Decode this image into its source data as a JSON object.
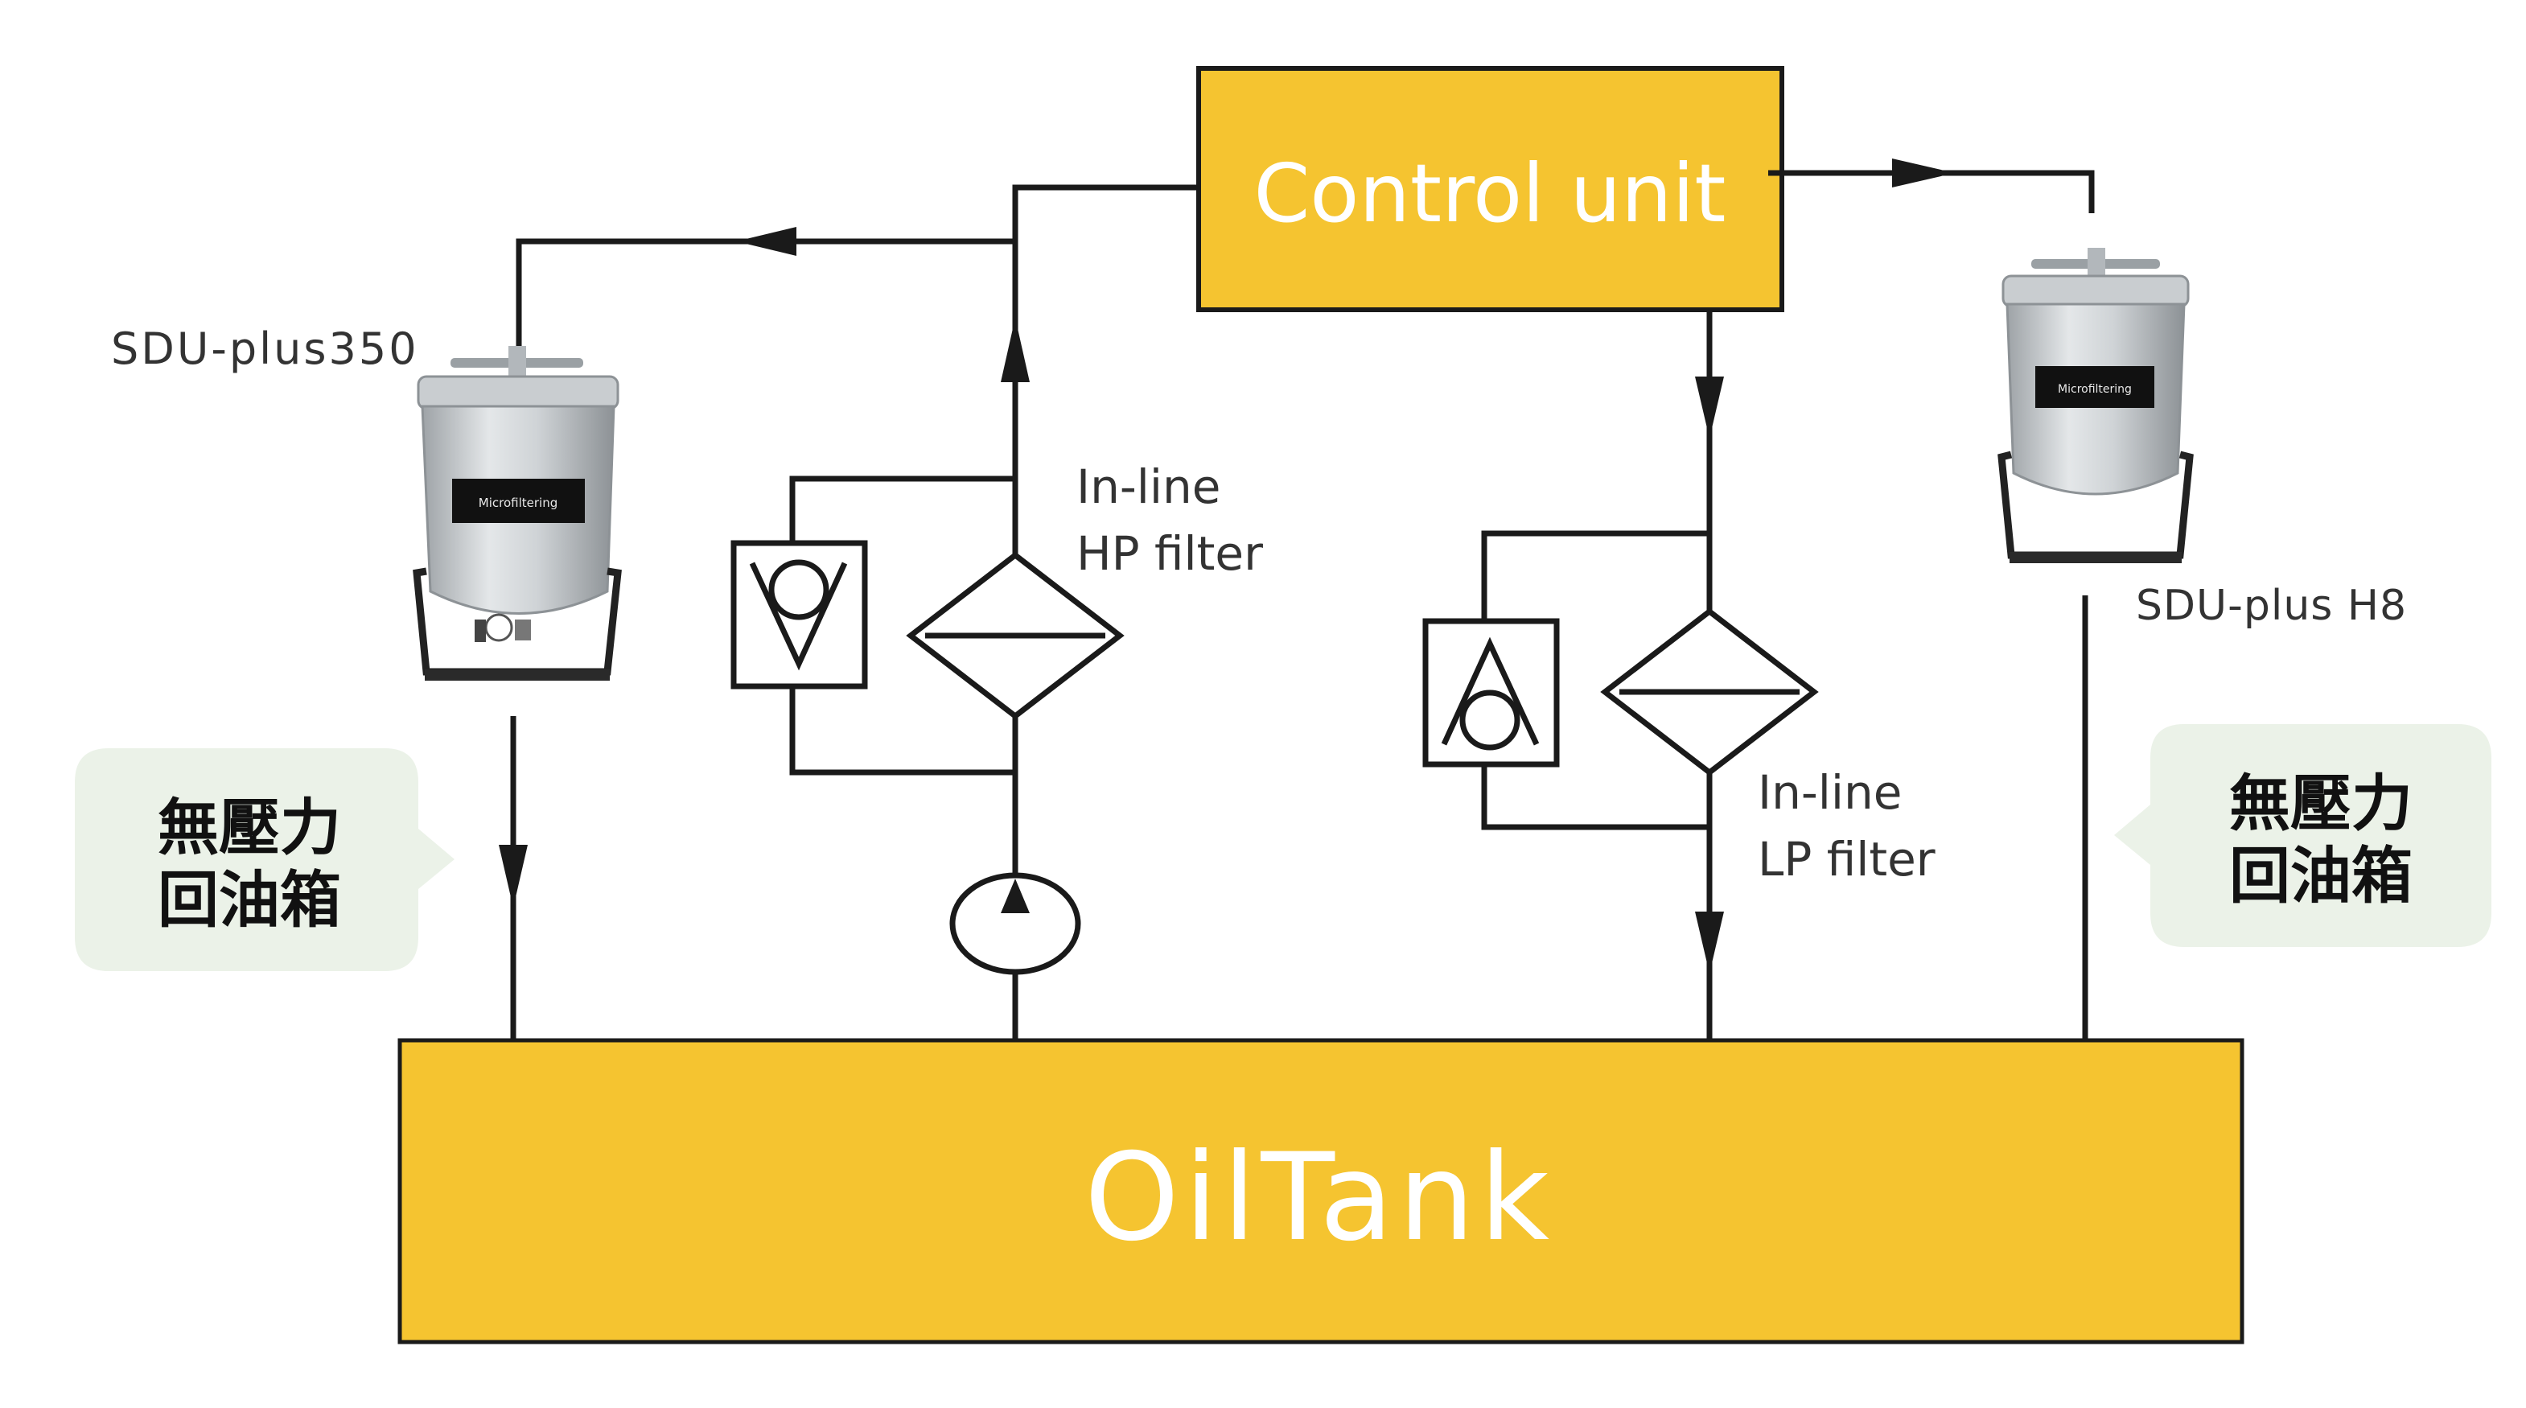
{
  "control_unit": {
    "label": "Control unit"
  },
  "oil_tank": {
    "label": "OilTank"
  },
  "filters": {
    "hp": {
      "line1": "In-line",
      "line2": "HP filter"
    },
    "lp": {
      "line1": "In-line",
      "line2": "LP filter"
    }
  },
  "devices": {
    "left": {
      "label": "SDU-plus350",
      "badge": "Microfiltering"
    },
    "right": {
      "label": "SDU-plus H8",
      "badge": "Microfiltering"
    }
  },
  "bubbles": {
    "left": {
      "line1": "無壓力",
      "line2": "回油箱"
    },
    "right": {
      "line1": "無壓力",
      "line2": "回油箱"
    }
  },
  "colors": {
    "box_fill": "#F5C430",
    "line": "#1A1A1A",
    "bubble_fill": "#EBF2E8"
  }
}
